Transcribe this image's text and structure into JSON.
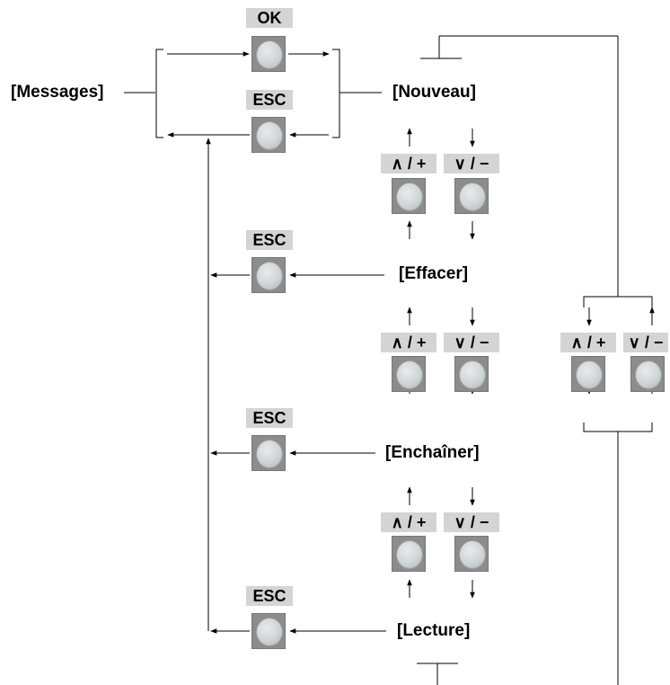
{
  "labels": {
    "messages": "[Messages]",
    "nouveau": "[Nouveau]",
    "effacer": "[Effacer]",
    "enchainer": "[Enchaîner]",
    "lecture": "[Lecture]"
  },
  "keys": {
    "ok": "OK",
    "esc": "ESC",
    "up_plus": "∧ / +",
    "down_minus": "∨ / −"
  },
  "colors": {
    "key_label_bg": "#d4d4d4",
    "button_body": "#8c8c8c",
    "line": "#000000"
  }
}
